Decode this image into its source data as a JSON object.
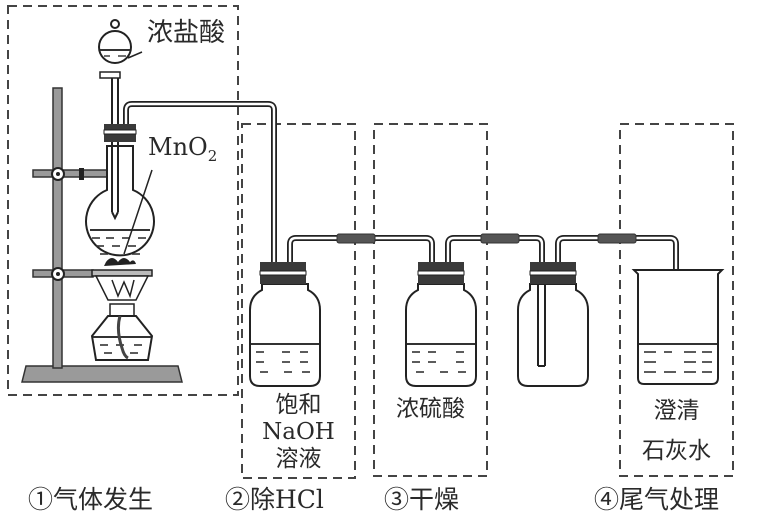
{
  "title": "实验室制取氯气装置",
  "reagents": {
    "funnel_acid": "浓盐酸",
    "solid_prefix": "MnO",
    "solid_sub": "2",
    "bottle2_line1": "饱和",
    "bottle2_line2": "NaOH",
    "bottle2_line3": "溶液",
    "bottle3": "浓硫酸",
    "beaker_line1": "澄清",
    "beaker_line2": "石灰水"
  },
  "sections": [
    {
      "id": "1",
      "label": "①气体发生"
    },
    {
      "id": "2",
      "label": "②除HCl"
    },
    {
      "id": "3",
      "label": "③干燥"
    },
    {
      "id": "4",
      "label": "④尾气处理"
    }
  ],
  "colors": {
    "line": "#222222",
    "dash": "#444444",
    "rubber": "#555555",
    "stand": "#9a9a9a"
  }
}
